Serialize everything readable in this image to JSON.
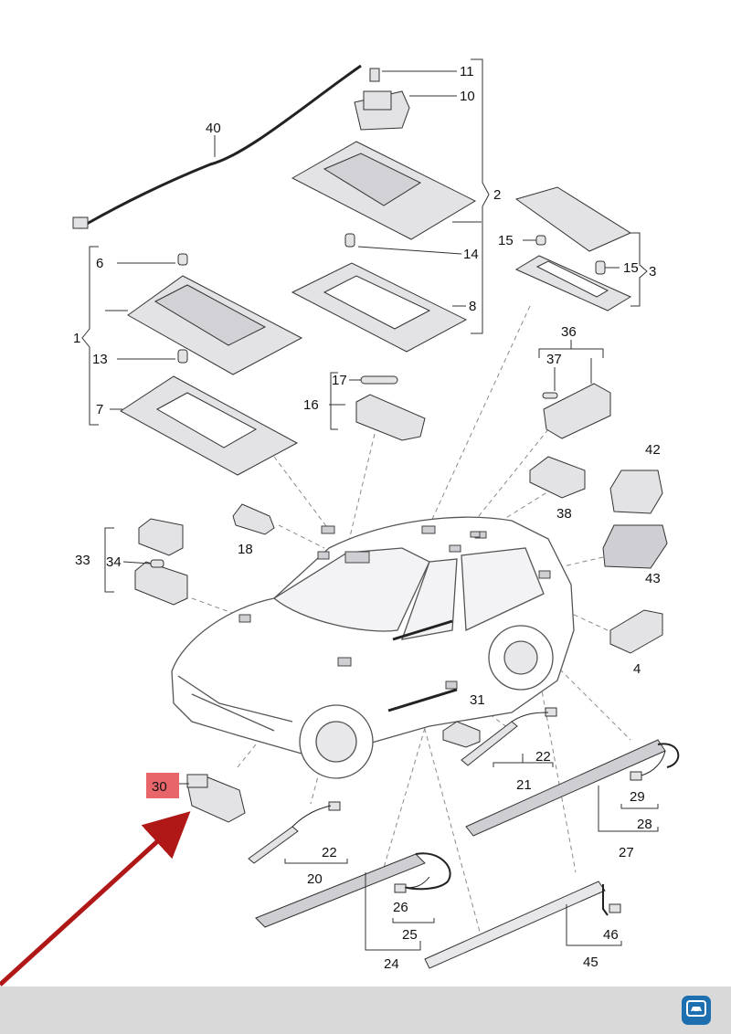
{
  "diagram": {
    "part_labels": {
      "p1": "1",
      "p2": "2",
      "p3": "3",
      "p4": "4",
      "p6": "6",
      "p7": "7",
      "p8": "8",
      "p10": "10",
      "p11": "11",
      "p13": "13",
      "p14": "14",
      "p15a": "15",
      "p15b": "15",
      "p16": "16",
      "p17": "17",
      "p18": "18",
      "p20": "20",
      "p21": "21",
      "p22a": "22",
      "p22b": "22",
      "p24": "24",
      "p25": "25",
      "p26": "26",
      "p27": "27",
      "p28": "28",
      "p29": "29",
      "p30": "30",
      "p31": "31",
      "p33": "33",
      "p34": "34",
      "p36": "36",
      "p37": "37",
      "p38": "38",
      "p40": "40",
      "p42": "42",
      "p43": "43",
      "p45": "45",
      "p46": "46"
    },
    "highlight_part": "30",
    "colors": {
      "highlight_box": "#e8666a",
      "arrow": "#b01818",
      "part_fill": "#e3e3e6",
      "part_stroke": "#3a3a3a",
      "footer": "#d9d9d9",
      "logo": "#1d6fb0"
    },
    "footer_icon": "car-badge-icon"
  }
}
